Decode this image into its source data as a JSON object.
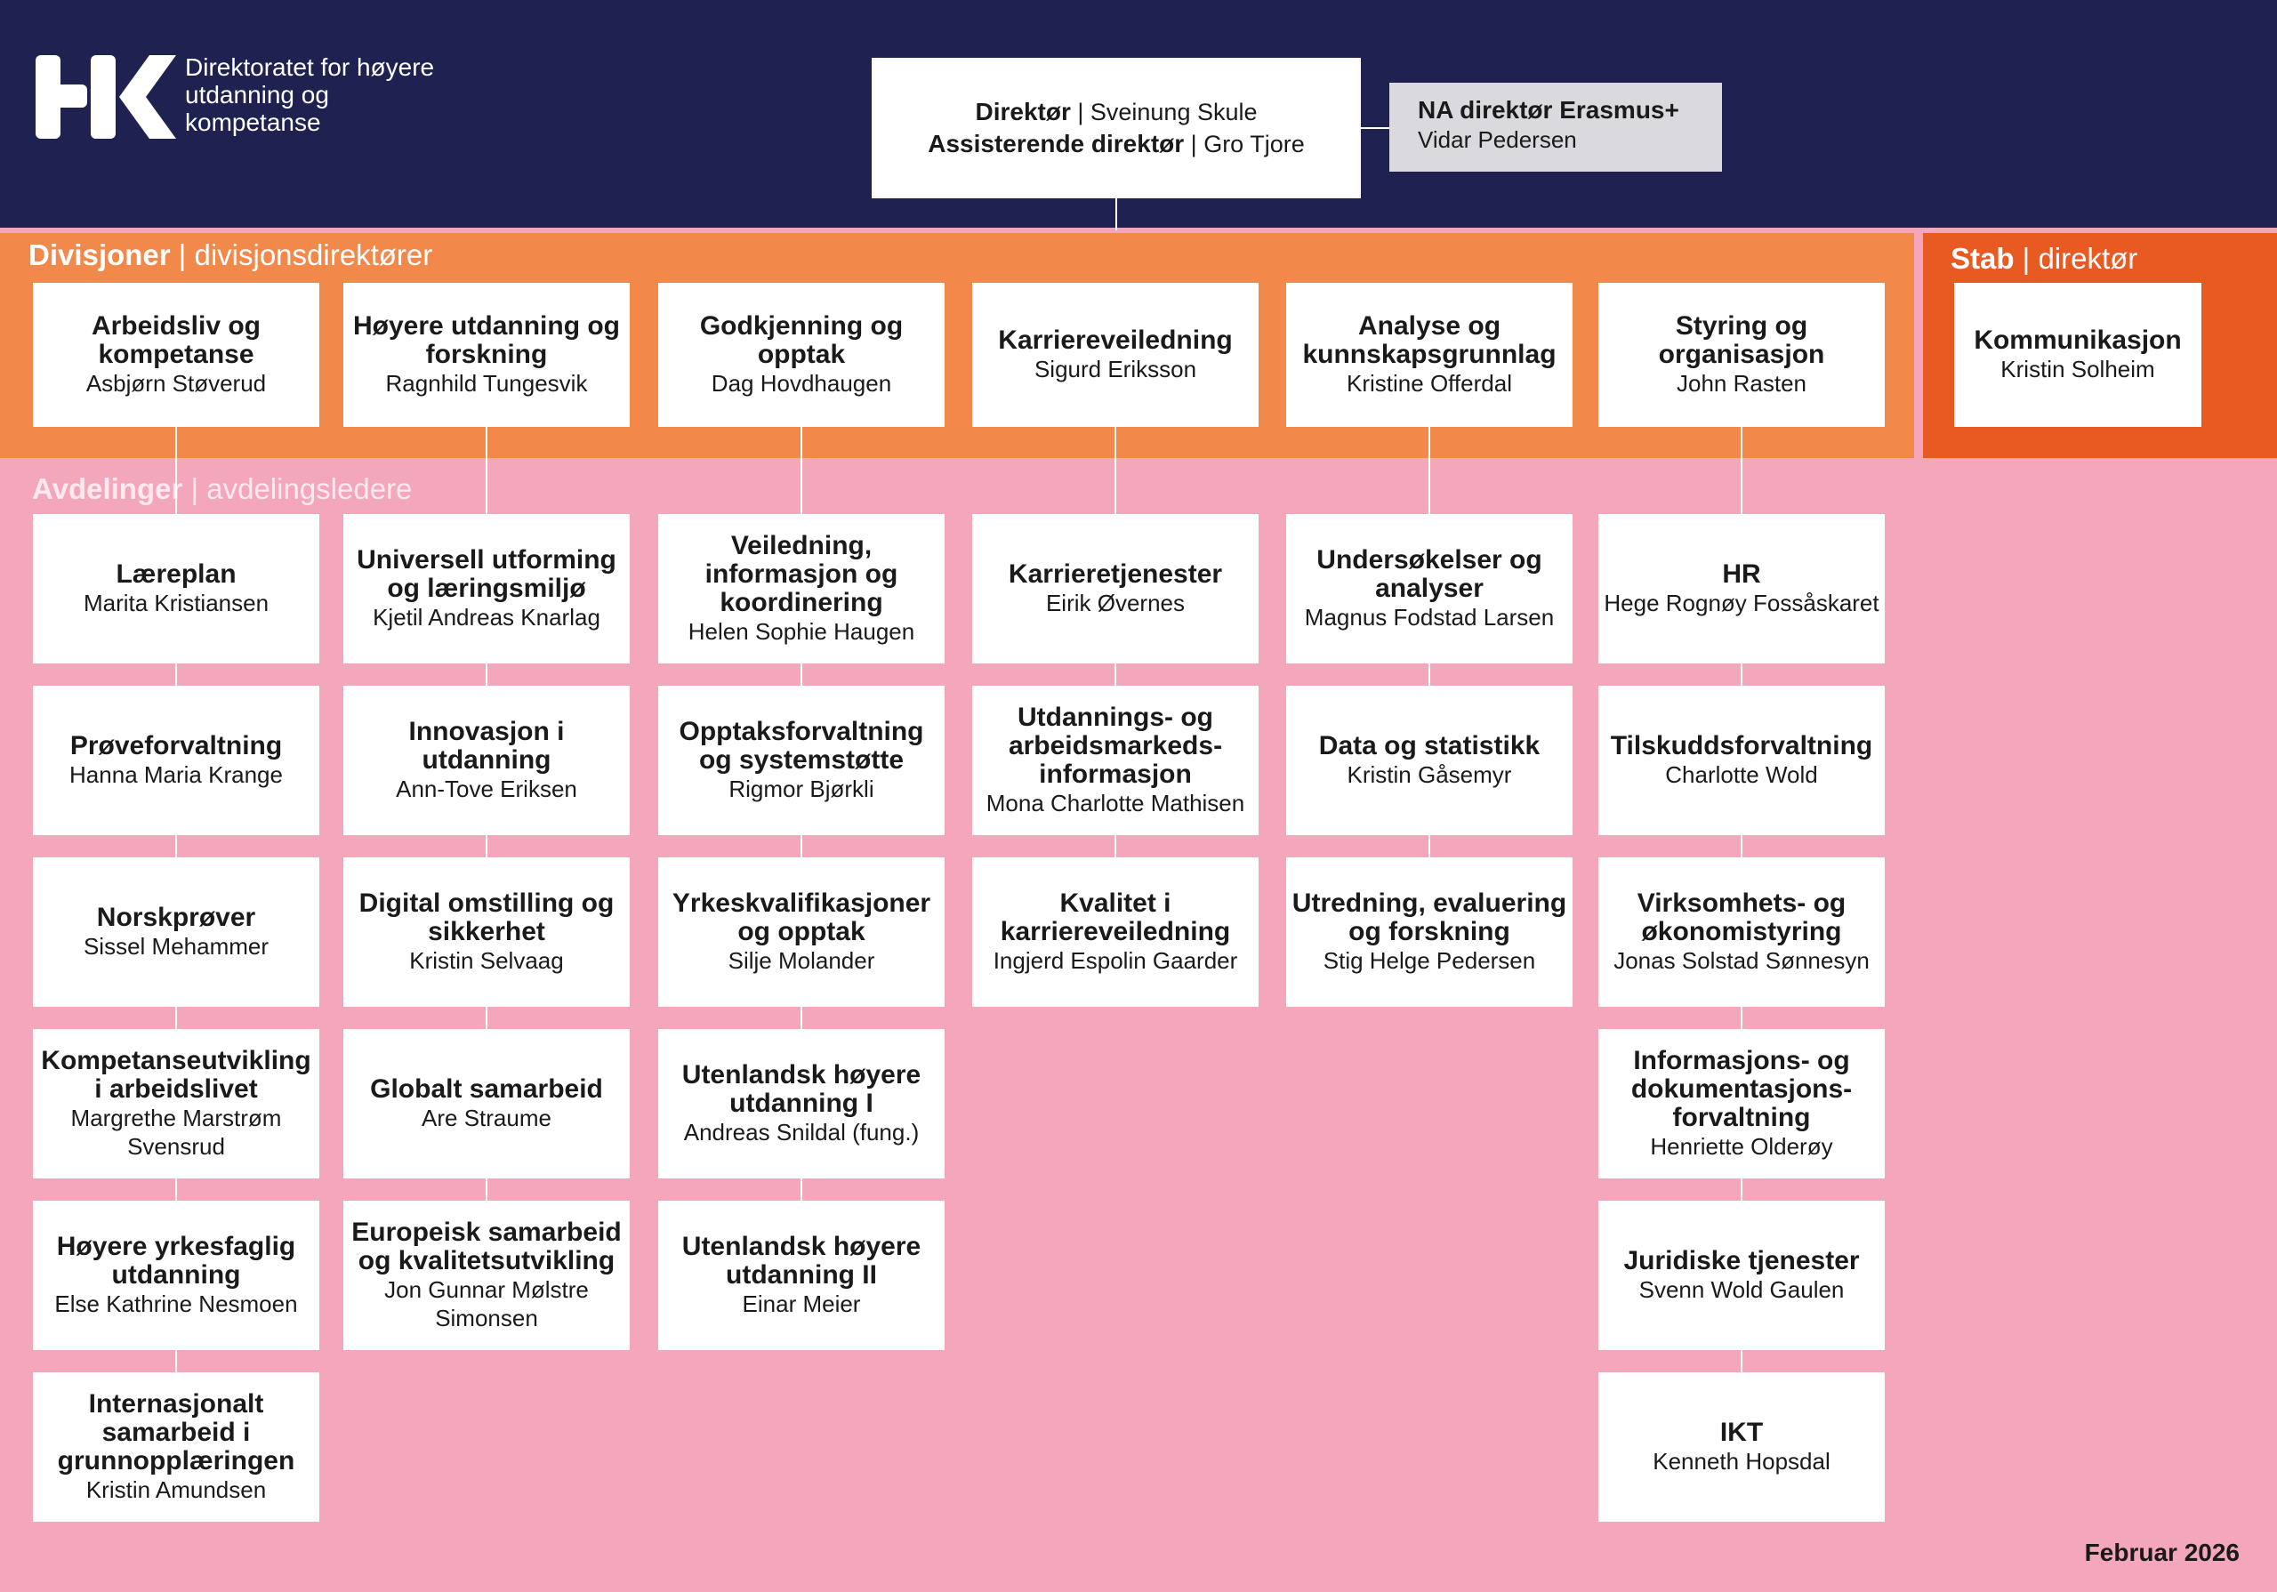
{
  "header": {
    "org_name": "Direktoratet for høyere utdanning og kompetanse",
    "director_title": "Direktør",
    "director_name": "Sveinung Skule",
    "assistant_title": "Assisterende direktør",
    "assistant_name": "Gro Tjore",
    "na_title": "NA direktør Erasmus+",
    "na_name": "Vidar Pedersen"
  },
  "divisions_section": {
    "label": "Divisjoner",
    "sublabel": "divisjonsdirektører"
  },
  "stab_section": {
    "label": "Stab",
    "sublabel": "direktør"
  },
  "departments_section": {
    "label": "Avdelinger",
    "sublabel": "avdelingsledere"
  },
  "divisions": [
    {
      "title": "Arbeidsliv og kompetanse",
      "leader": "Asbjørn Støverud",
      "departments": [
        {
          "title": "Læreplan",
          "leader": "Marita Kristiansen"
        },
        {
          "title": "Prøveforvaltning",
          "leader": "Hanna Maria Krange"
        },
        {
          "title": "Norskprøver",
          "leader": "Sissel Mehammer"
        },
        {
          "title": "Kompetanseutvikling i arbeidslivet",
          "leader": "Margrethe Marstrøm Svensrud"
        },
        {
          "title": "Høyere yrkesfaglig utdanning",
          "leader": "Else Kathrine Nesmoen"
        },
        {
          "title": "Internasjonalt samarbeid i grunnopplæringen",
          "leader": "Kristin Amundsen"
        }
      ]
    },
    {
      "title": "Høyere utdanning og forskning",
      "leader": "Ragnhild Tungesvik",
      "departments": [
        {
          "title": "Universell utforming og læringsmiljø",
          "leader": "Kjetil Andreas Knarlag"
        },
        {
          "title": "Innovasjon i utdanning",
          "leader": "Ann-Tove Eriksen"
        },
        {
          "title": "Digital omstilling og sikkerhet",
          "leader": "Kristin Selvaag"
        },
        {
          "title": "Globalt samarbeid",
          "leader": "Are Straume"
        },
        {
          "title": "Europeisk samarbeid og kvalitetsutvikling",
          "leader": "Jon Gunnar Mølstre Simonsen"
        }
      ]
    },
    {
      "title": "Godkjenning og opptak",
      "leader": "Dag Hovdhaugen",
      "departments": [
        {
          "title": "Veiledning, informasjon og koordinering",
          "leader": "Helen Sophie Haugen"
        },
        {
          "title": "Opptaksforvaltning og systemstøtte",
          "leader": "Rigmor Bjørkli"
        },
        {
          "title": "Yrkeskvalifikasjoner og opptak",
          "leader": "Silje Molander"
        },
        {
          "title": "Utenlandsk høyere utdanning I",
          "leader": "Andreas Snildal (fung.)"
        },
        {
          "title": "Utenlandsk høyere utdanning II",
          "leader": "Einar Meier"
        }
      ]
    },
    {
      "title": "Karriereveiledning",
      "leader": "Sigurd Eriksson",
      "departments": [
        {
          "title": "Karrieretjenester",
          "leader": "Eirik Øvernes"
        },
        {
          "title": "Utdannings- og arbeidsmarkeds-informasjon",
          "leader": "Mona Charlotte Mathisen"
        },
        {
          "title": "Kvalitet i karriereveiledning",
          "leader": "Ingjerd Espolin Gaarder"
        }
      ]
    },
    {
      "title": "Analyse og kunnskapsgrunnlag",
      "leader": "Kristine Offerdal",
      "departments": [
        {
          "title": "Undersøkelser og analyser",
          "leader": "Magnus Fodstad Larsen"
        },
        {
          "title": "Data og statistikk",
          "leader": "Kristin Gåsemyr"
        },
        {
          "title": "Utredning, evaluering og forskning",
          "leader": "Stig Helge Pedersen"
        }
      ]
    },
    {
      "title": "Styring og organisasjon",
      "leader": "John Rasten",
      "departments": [
        {
          "title": "HR",
          "leader": "Hege Rognøy Fossåskaret"
        },
        {
          "title": "Tilskuddsforvaltning",
          "leader": "Charlotte Wold"
        },
        {
          "title": "Virksomhets- og økonomistyring",
          "leader": "Jonas Solstad Sønnesyn"
        },
        {
          "title": "Informasjons- og dokumentasjons-forvaltning",
          "leader": "Henriette Olderøy"
        },
        {
          "title": "Juridiske tjenester",
          "leader": "Svenn Wold Gaulen"
        },
        {
          "title": "IKT",
          "leader": "Kenneth Hopsdal"
        }
      ]
    }
  ],
  "stab": {
    "title": "Kommunikasjon",
    "leader": "Kristin Solheim"
  },
  "footer": {
    "date": "Februar 2026"
  },
  "colors": {
    "navy": "#1f2250",
    "orange": "#f2894a",
    "dark_orange": "#e85a22",
    "pink": "#f4a7bb",
    "na_gray": "#d9d9de"
  }
}
